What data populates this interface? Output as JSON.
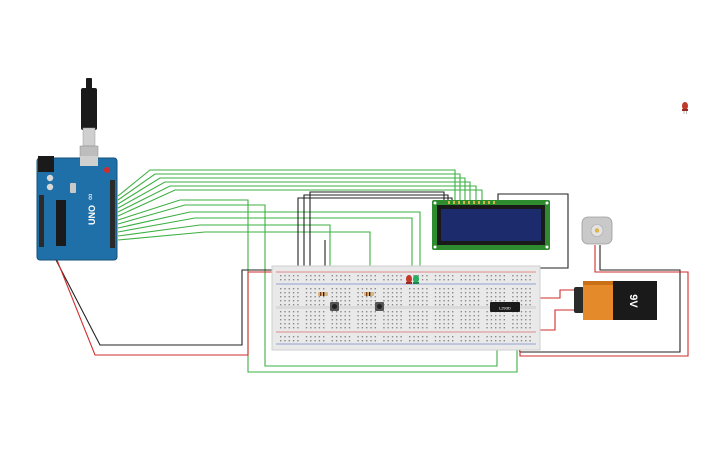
{
  "components": {
    "arduino": {
      "label": "UNO"
    },
    "battery": {
      "label": "9V"
    },
    "ic": {
      "label": "L293D"
    },
    "lcd": {
      "rows": 2
    },
    "motor": {},
    "leds": [
      {
        "color": "#c0392b"
      },
      {
        "color": "#27ae60"
      }
    ],
    "stray_led": {
      "color": "#c0392b"
    }
  },
  "colors": {
    "wire_green": "#3cb043",
    "wire_red": "#d22b2b",
    "wire_black": "#222222",
    "arduino_board": "#1f6fa8",
    "lcd_frame": "#2e8b2e",
    "lcd_screen": "#1b2b6b",
    "breadboard": "#e9e9e9",
    "battery_body": "#e58a2a"
  }
}
